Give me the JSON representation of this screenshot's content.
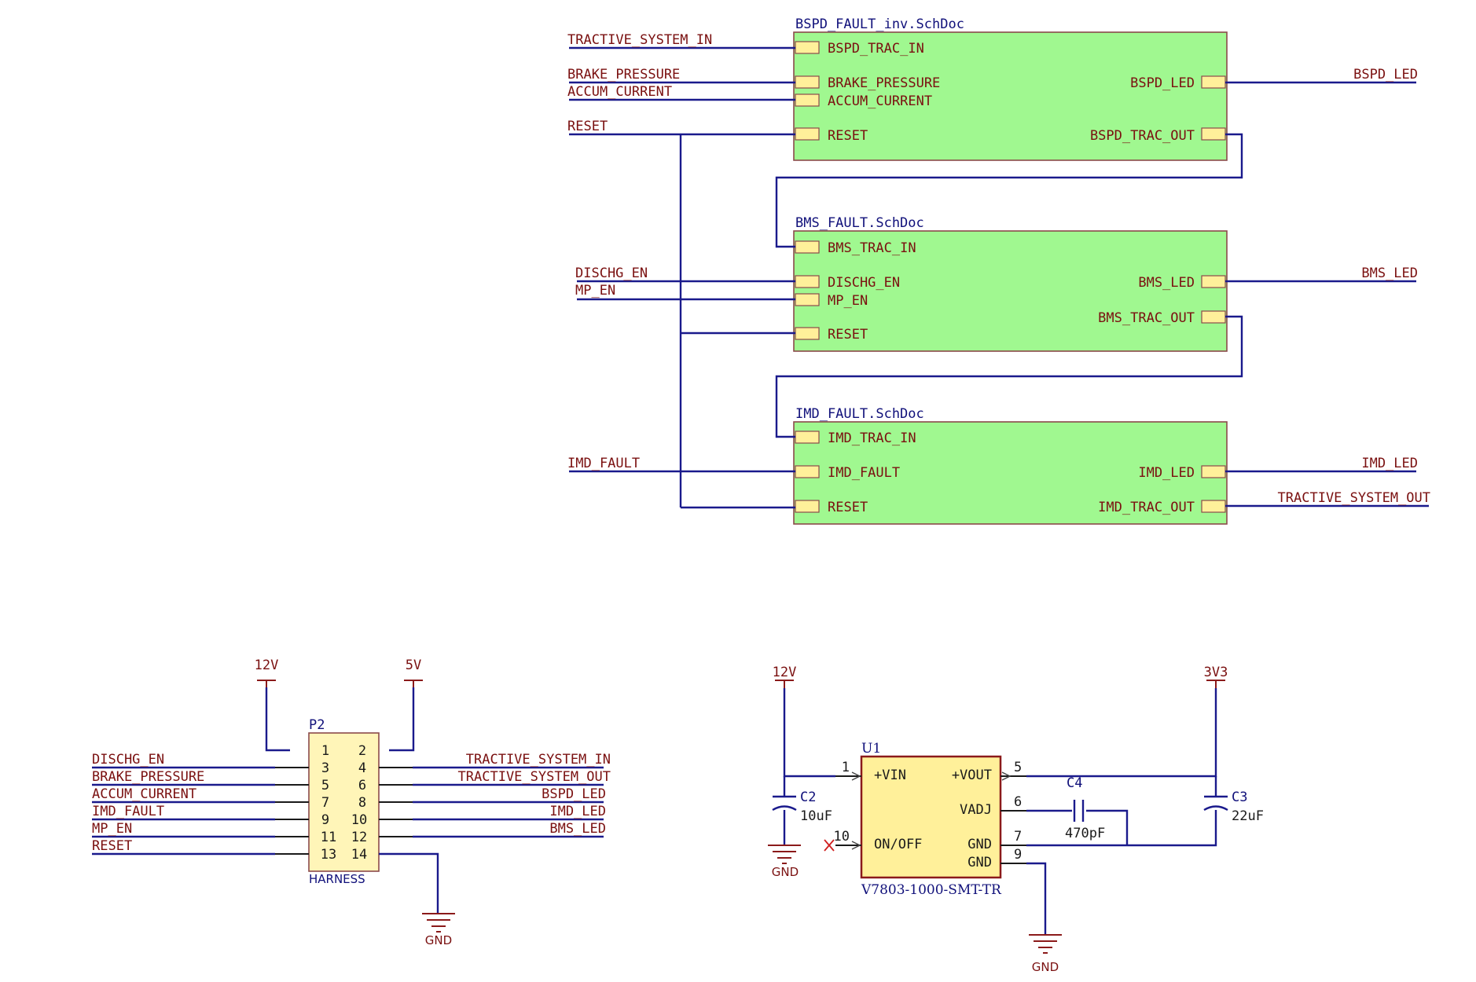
{
  "sheets": {
    "bspd": {
      "title": "BSPD_FAULT_inv.SchDoc",
      "ports": {
        "trac_in": "BSPD_TRAC_IN",
        "brake": "BRAKE_PRESSURE",
        "accum": "ACCUM_CURRENT",
        "reset": "RESET",
        "led": "BSPD_LED",
        "trac_out": "BSPD_TRAC_OUT"
      }
    },
    "bms": {
      "title": "BMS_FAULT.SchDoc",
      "ports": {
        "trac_in": "BMS_TRAC_IN",
        "dischg": "DISCHG_EN",
        "mp": "MP_EN",
        "reset": "RESET",
        "led": "BMS_LED",
        "trac_out": "BMS_TRAC_OUT"
      }
    },
    "imd": {
      "title": "IMD_FAULT.SchDoc",
      "ports": {
        "trac_in": "IMD_TRAC_IN",
        "fault": "IMD_FAULT",
        "reset": "RESET",
        "led": "IMD_LED",
        "trac_out": "IMD_TRAC_OUT"
      }
    }
  },
  "nets_top": {
    "tractive_in": "TRACTIVE_SYSTEM_IN",
    "brake": "BRAKE_PRESSURE",
    "accum": "ACCUM_CURRENT",
    "reset": "RESET",
    "dischg": "DISCHG_EN",
    "mp": "MP_EN",
    "imd_fault": "IMD_FAULT",
    "bspd_led": "BSPD_LED",
    "bms_led": "BMS_LED",
    "imd_led": "IMD_LED",
    "tractive_out": "TRACTIVE_SYSTEM_OUT"
  },
  "harness": {
    "designator": "P2",
    "name": "HARNESS",
    "power_left": "12V",
    "power_right": "5V",
    "gnd": "GND",
    "pins_left": [
      "1",
      "3",
      "5",
      "7",
      "9",
      "11",
      "13"
    ],
    "pins_right": [
      "2",
      "4",
      "6",
      "8",
      "10",
      "12",
      "14"
    ],
    "nets_left": [
      "DISCHG_EN",
      "BRAKE_PRESSURE",
      "ACCUM_CURRENT",
      "IMD_FAULT",
      "MP_EN",
      "RESET"
    ],
    "nets_right": [
      "TRACTIVE_SYSTEM_IN",
      "TRACTIVE_SYSTEM_OUT",
      "BSPD_LED",
      "IMD_LED",
      "BMS_LED"
    ]
  },
  "regulator": {
    "designator": "U1",
    "part": "V7803-1000-SMT-TR",
    "pins": {
      "vin": "+VIN",
      "vout": "+VOUT",
      "vadj": "VADJ",
      "onoff": "ON/OFF",
      "gnd1": "GND",
      "gnd2": "GND"
    },
    "pin_numbers": {
      "vin": "1",
      "vout": "5",
      "vadj": "6",
      "onoff": "10",
      "gnd1": "7",
      "gnd2": "9"
    },
    "power_in": "12V",
    "power_out": "3V3",
    "gnd_left": "GND",
    "gnd_bottom": "GND",
    "c2": {
      "ref": "C2",
      "value": "10uF"
    },
    "c3": {
      "ref": "C3",
      "value": "22uF"
    },
    "c4": {
      "ref": "C4",
      "value": "470pF"
    }
  },
  "colors": {
    "wire": "#1a1a8c",
    "net_label": "#7a1010",
    "sheet_fill": "#a0f890",
    "port_fill": "#fff09a"
  }
}
